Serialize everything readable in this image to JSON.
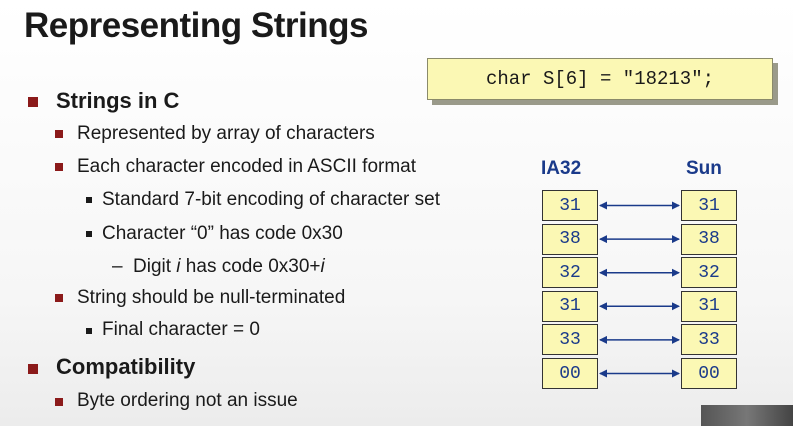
{
  "slide": {
    "title": "Representing Strings",
    "code": "char S[6] = \"18213\";",
    "bullets": {
      "strings_in_c": "Strings in C",
      "represented": "Represented by array of characters",
      "each_char": "Each character encoded in ASCII format",
      "standard": "Standard 7-bit encoding of character set",
      "char0_a": "Character “0” has code 0x30",
      "digit_prefix": "Digit ",
      "digit_i": "i",
      "digit_mid": " has code 0x30+",
      "digit_i2": "i",
      "null_term": "String should be null-terminated",
      "final_char": "Final character = 0",
      "compat": "Compatibility",
      "byte_order": "Byte ordering not an issue"
    },
    "diagram": {
      "left_label": "IA32",
      "right_label": "Sun",
      "left_values": [
        "31",
        "38",
        "32",
        "31",
        "33",
        "00"
      ],
      "right_values": [
        "31",
        "38",
        "32",
        "31",
        "33",
        "00"
      ]
    },
    "colors": {
      "bullet": "#8b1a1a",
      "cell_fill": "#fbf8b4",
      "cell_text": "#1a3a8a"
    }
  }
}
